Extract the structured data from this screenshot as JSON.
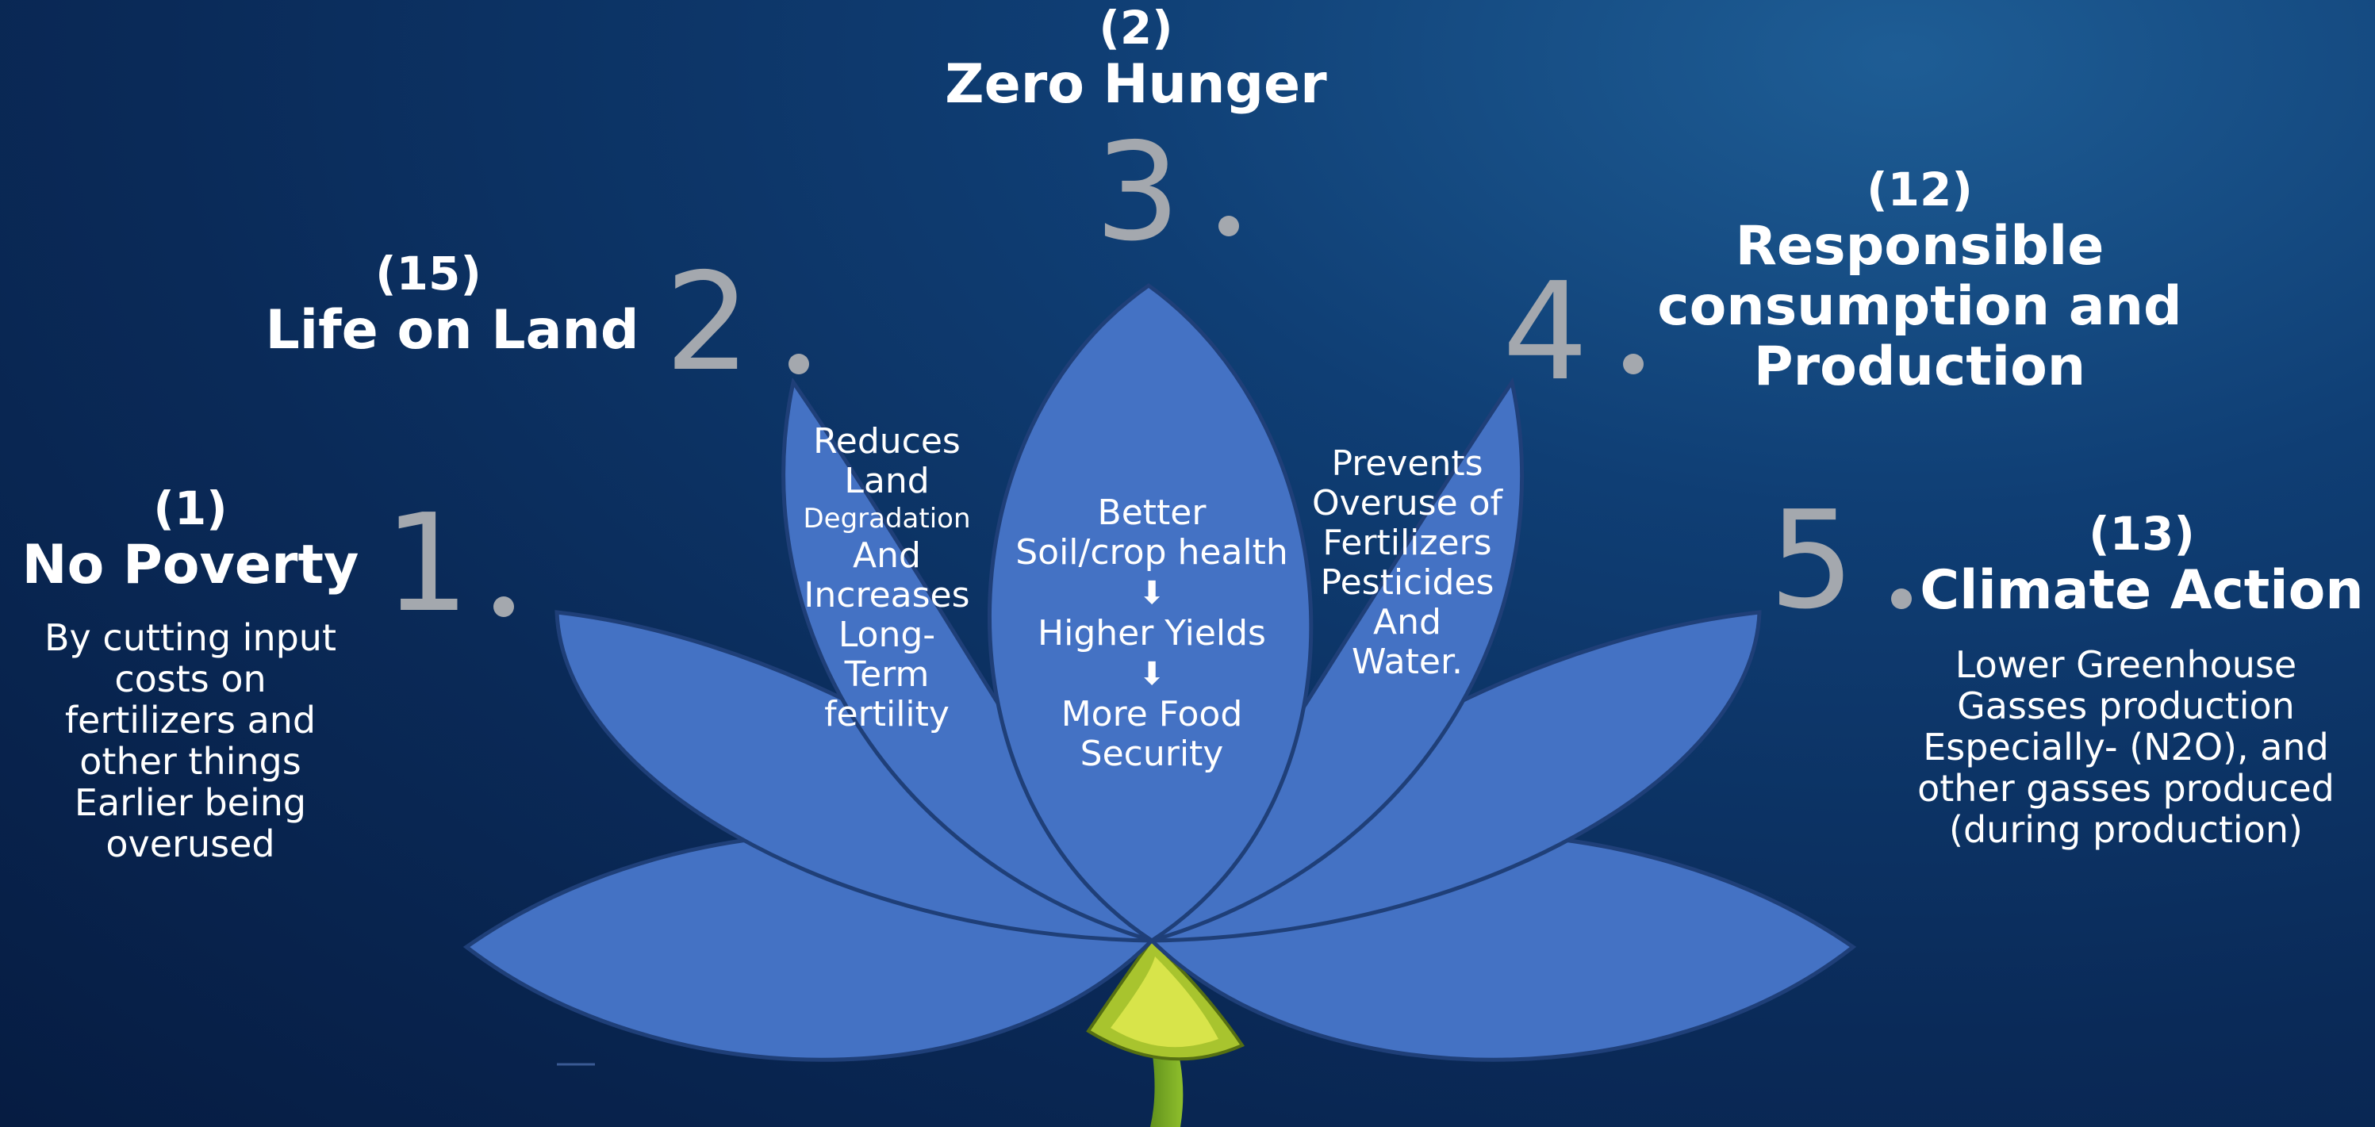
{
  "goals": {
    "no_poverty": {
      "code": "(1)",
      "title": "No Poverty",
      "number": "1",
      "description": [
        "By cutting input",
        "costs on",
        "fertilizers and",
        "other things",
        "Earlier being",
        "overused"
      ]
    },
    "life_on_land": {
      "code": "(15)",
      "title": "Life on Land",
      "number": "2"
    },
    "zero_hunger": {
      "code": "(2)",
      "title": "Zero Hunger",
      "number": "3"
    },
    "responsible_consumption": {
      "code": "(12)",
      "title_lines": [
        "Responsible",
        "consumption and",
        "Production"
      ],
      "number": "4"
    },
    "climate_action": {
      "code": "(13)",
      "title": "Climate Action",
      "number": "5",
      "description": [
        "Lower Greenhouse",
        "Gasses production",
        "Especially- (N2O), and",
        "other gasses produced",
        "(during production)"
      ]
    }
  },
  "petals": {
    "left": [
      "Reduces",
      "Land",
      "Degradation",
      "And",
      "Increases",
      "Long-",
      "Term",
      "fertility"
    ],
    "center": {
      "line1": "Better",
      "line2": "Soil/crop health",
      "arrow": "⬇",
      "line3": "Higher Yields",
      "line4": "More Food",
      "line5": "Security"
    },
    "right": [
      "Prevents",
      "Overuse of",
      "Fertilizers",
      "Pesticides",
      "And",
      "Water."
    ]
  },
  "colors": {
    "background": "#0a2a58",
    "petal": "#4472c4",
    "number": "#a4a8ae",
    "text": "#ffffff"
  }
}
